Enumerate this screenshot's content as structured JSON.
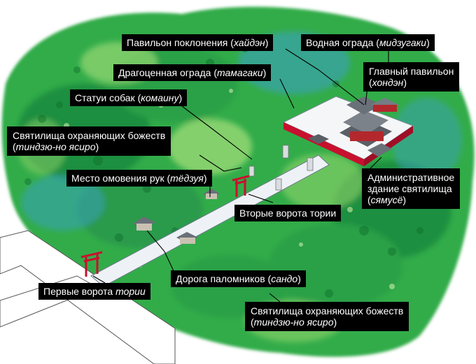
{
  "labels": {
    "haiden": {
      "text": "Павильон поклонения (",
      "term": "хайдэн",
      "close": ")"
    },
    "mizugaki": {
      "text": "Водная ограда (",
      "term": "мидзугаки",
      "close": ")"
    },
    "tamagaki": {
      "text": "Драгоценная ограда (",
      "term": "тамагаки",
      "close": ")"
    },
    "honden": {
      "line1": "Главный павильон",
      "open": "(",
      "term": "хондэн",
      "close": ")"
    },
    "komainu": {
      "text": "Статуи собак (",
      "term": "комаину",
      "close": ")"
    },
    "shrines_top": {
      "line1": "Святилища охраняющих божеств",
      "open": "(",
      "term": "тиндзю-но ясиро",
      "close": ")"
    },
    "chozuya": {
      "text": "Место омовения рук (",
      "term": "тёдзуя",
      "close": ")"
    },
    "shamusho": {
      "line1": "Административное",
      "line2": "здание святилища",
      "open": "(",
      "term": "сямусё",
      "close": ")"
    },
    "torii2": {
      "text": "Вторые ворота тории"
    },
    "sando": {
      "text": "Дорога паломников (",
      "term": "сандо",
      "close": ")"
    },
    "torii1": {
      "text": "Первые ворота ",
      "term": "тории"
    },
    "shrines_bottom": {
      "line1": "Святилища охраняющих божеств",
      "open": "(",
      "term": "тиндзю-но ясиро",
      "close": ")"
    }
  },
  "colors": {
    "forest_dark": "#1f8f3f",
    "forest_mid": "#39b54a",
    "forest_light": "#a6df7a",
    "forest_blue": "#3aa0c8",
    "ground": "#eef2f6",
    "torii": "#c8102e",
    "label_bg": "#000000",
    "label_text": "#ffffff"
  }
}
